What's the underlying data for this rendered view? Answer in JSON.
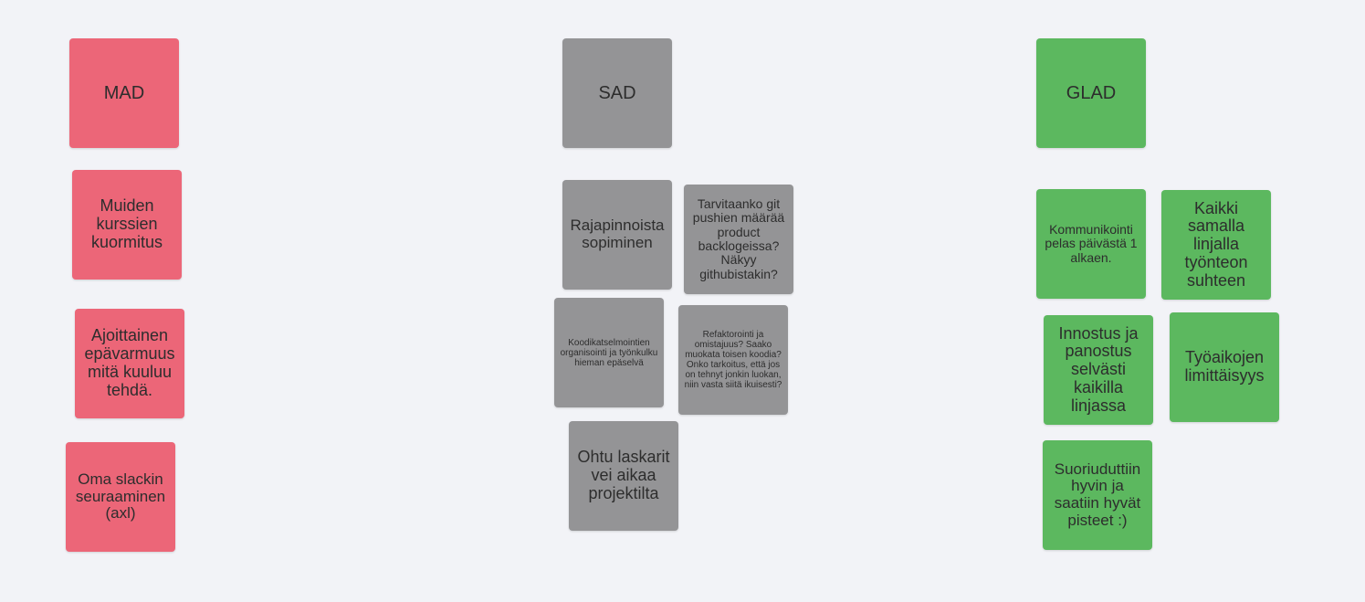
{
  "board": {
    "mad": {
      "header": "MAD",
      "color": "#ec6678",
      "notes": [
        "Muiden kurssien kuormitus",
        "Ajoittainen epävarmuus mitä kuuluu tehdä.",
        "Oma slackin seuraaminen (axl)"
      ]
    },
    "sad": {
      "header": "SAD",
      "color": "#949496",
      "notes": [
        "Rajapinnoista sopiminen",
        "Tarvitaanko git pushien määrää product backlogeissa? Näkyy githubistakin?",
        "Koodikatselmointien organisointi ja työnkulku hieman epäselvä",
        "Refaktorointi ja omistajuus? Saako muokata toisen koodia? Onko tarkoitus, että jos on tehnyt jonkin luokan, niin vasta siitä ikuisesti?",
        "Ohtu laskarit vei aikaa projektilta"
      ]
    },
    "glad": {
      "header": "GLAD",
      "color": "#5cb85f",
      "notes": [
        "Kommunikointi pelas päivästä 1 alkaen.",
        "Kaikki samalla linjalla työnteon suhteen",
        "Innostus ja panostus selvästi kaikilla linjassa",
        "Työaikojen limittäisyys",
        "Suoriuduttiin hyvin ja saatiin hyvät pisteet :)"
      ]
    }
  }
}
